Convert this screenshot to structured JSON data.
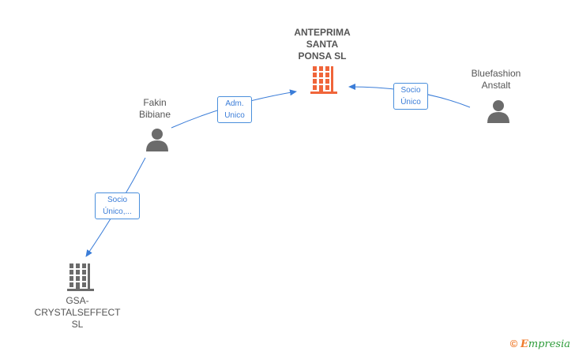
{
  "nodes": {
    "anteprima": {
      "label_lines": [
        "ANTEPRIMA",
        "SANTA",
        "PONSA SL"
      ],
      "type": "company",
      "color": "#f0653a"
    },
    "fakin": {
      "label_lines": [
        "Fakin",
        "Bibiane"
      ],
      "type": "person",
      "color": "#6b6b6b"
    },
    "bluefashion": {
      "label_lines": [
        "Bluefashion",
        "Anstalt"
      ],
      "type": "person",
      "color": "#6b6b6b"
    },
    "gsa": {
      "label_lines": [
        "GSA-",
        "CRYSTALSEFFECT",
        "SL"
      ],
      "type": "company",
      "color": "#6b6b6b"
    }
  },
  "edges": {
    "fakin_anteprima": {
      "label_lines": [
        "Adm.",
        "Unico"
      ]
    },
    "bluefashion_anteprima": {
      "label_lines": [
        "Socio",
        "Único"
      ]
    },
    "fakin_gsa": {
      "label_lines": [
        "Socio",
        "Único,..."
      ]
    }
  },
  "footer": {
    "copyright": "©",
    "brand_initial": "E",
    "brand_rest": "mpresia"
  },
  "colors": {
    "edge": "#3b7dd8",
    "accent": "#f0653a"
  }
}
